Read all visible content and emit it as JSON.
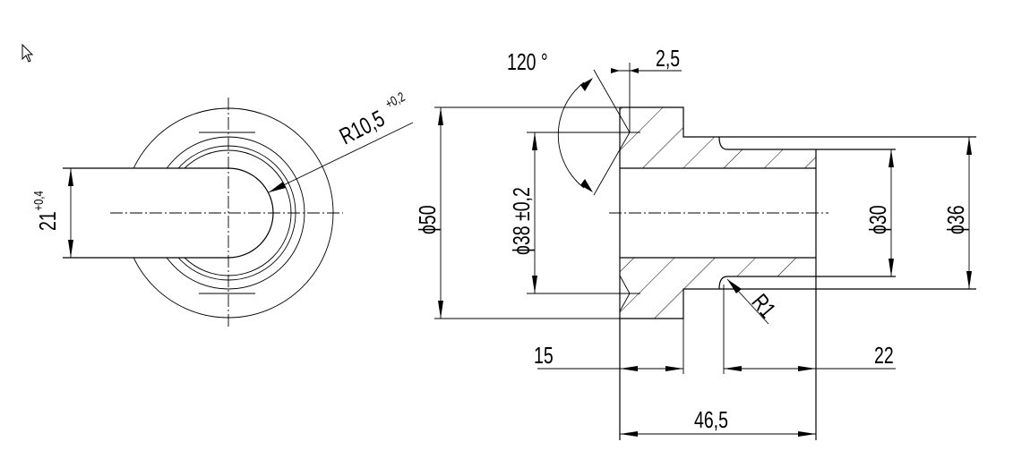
{
  "drawing": {
    "side_view": {
      "slot_width_label": "21",
      "slot_width_tol": "+0,4",
      "radius_label": "R10,5",
      "radius_tol": "+0,2"
    },
    "section_view": {
      "angle_label": "120 °",
      "chamfer_label": "2,5",
      "outer_dia_label": "ϕ50",
      "bore_dia_label": "ϕ38 ±0,2",
      "shaft_inner_label": "ϕ30",
      "shaft_outer_label": "ϕ36",
      "fillet_label": "R1",
      "flange_len_label": "15",
      "shaft_len_label": "22",
      "total_len_label": "46,5"
    }
  }
}
